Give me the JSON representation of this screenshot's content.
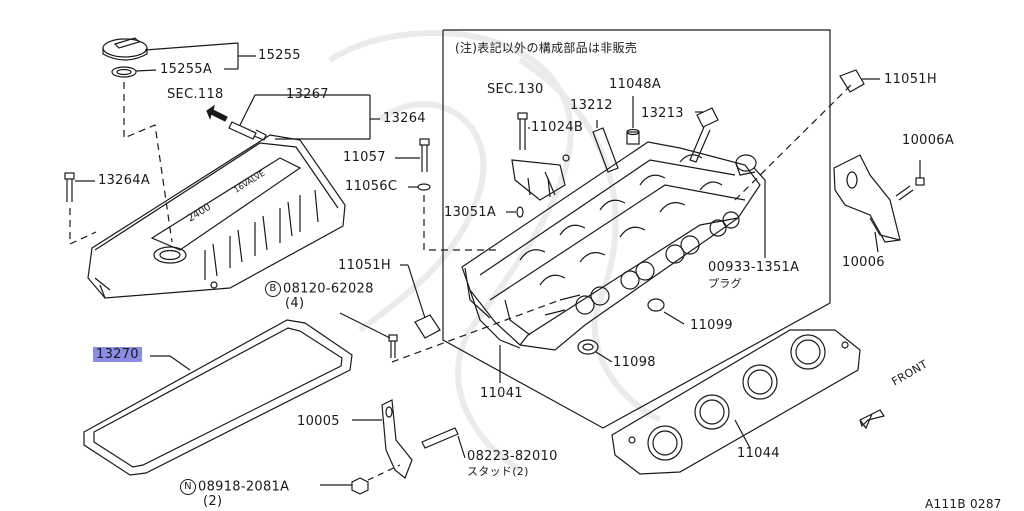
{
  "diagram": {
    "note": "(注)表記以外の構成部品は非販売",
    "figure_code": "A111B 0287",
    "direction_label": "FRONT",
    "cover_text_displacement": "2400",
    "cover_text_valve": "16VALVE",
    "accent_color": "#8c8ce6"
  },
  "parts": {
    "p15255": "15255",
    "p15255A": "15255A",
    "sec118": "SEC.118",
    "p13267": "13267",
    "p13264": "13264",
    "p13264A": "13264A",
    "p11057": "11057",
    "p11056C": "11056C",
    "sec130": "SEC.130",
    "p13212": "13212",
    "p11048A": "11048A",
    "p13213": "13213",
    "p11024B": "11024B",
    "p11051H_top": "11051H",
    "p10006A": "10006A",
    "p10006": "10006",
    "p13051A": "13051A",
    "p00933": "00933-1351A",
    "p00933_sub": "プラグ",
    "p11051H_mid": "11051H",
    "p08120_prefix": "B",
    "p08120": "08120-62028",
    "p08120_qty": "(4)",
    "p13270": "13270",
    "p11099": "11099",
    "p11098": "11098",
    "p11041": "11041",
    "p10005": "10005",
    "p08223": "08223-82010",
    "p08223_sub": "スタッド(2)",
    "p11044": "11044",
    "p08918_prefix": "N",
    "p08918": "08918-2081A",
    "p08918_qty": "(2)"
  }
}
